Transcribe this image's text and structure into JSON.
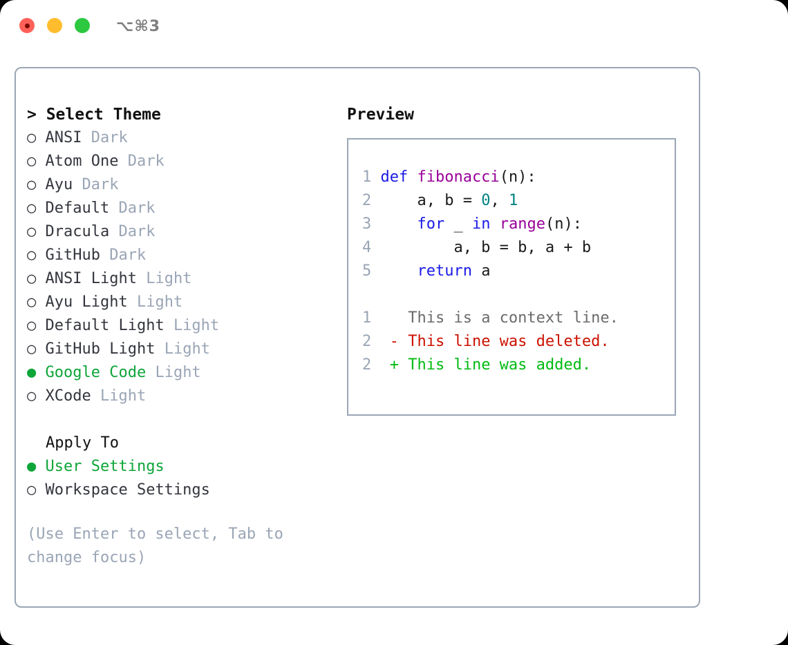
{
  "titlebar": {
    "traffic_lights": [
      {
        "name": "close",
        "color": "#ff6159"
      },
      {
        "name": "minimize",
        "color": "#ffbd2e"
      },
      {
        "name": "zoom",
        "color": "#2bc840"
      }
    ],
    "shortcut": "⌥⌘3"
  },
  "theme_picker": {
    "heading": "> Select Theme",
    "options": [
      {
        "marker": "○",
        "label": "ANSI",
        "badge": "Dark",
        "selected": false
      },
      {
        "marker": "○",
        "label": "Atom One",
        "badge": "Dark",
        "selected": false
      },
      {
        "marker": "○",
        "label": "Ayu",
        "badge": "Dark",
        "selected": false
      },
      {
        "marker": "○",
        "label": "Default",
        "badge": "Dark",
        "selected": false
      },
      {
        "marker": "○",
        "label": "Dracula",
        "badge": "Dark",
        "selected": false
      },
      {
        "marker": "○",
        "label": "GitHub",
        "badge": "Dark",
        "selected": false
      },
      {
        "marker": "○",
        "label": "ANSI Light",
        "badge": "Light",
        "selected": false
      },
      {
        "marker": "○",
        "label": "Ayu Light",
        "badge": "Light",
        "selected": false
      },
      {
        "marker": "○",
        "label": "Default Light",
        "badge": "Light",
        "selected": false
      },
      {
        "marker": "○",
        "label": "GitHub Light",
        "badge": "Light",
        "selected": false
      },
      {
        "marker": "●",
        "label": "Google Code",
        "badge": "Light",
        "selected": true
      },
      {
        "marker": "○",
        "label": "XCode",
        "badge": "Light",
        "selected": false
      }
    ]
  },
  "apply_to": {
    "heading": "Apply To",
    "options": [
      {
        "marker": "●",
        "label": "User Settings",
        "selected": true
      },
      {
        "marker": "○",
        "label": "Workspace Settings",
        "selected": false
      }
    ]
  },
  "hint": "(Use Enter to select, Tab to change focus)",
  "preview": {
    "title": "Preview",
    "code_lines": [
      {
        "no": "1",
        "tokens": [
          {
            "t": "def ",
            "c": "kw"
          },
          {
            "t": "fibonacci",
            "c": "fn"
          },
          {
            "t": "(n):",
            "c": "punc"
          }
        ]
      },
      {
        "no": "2",
        "tokens": [
          {
            "t": "    a, b = ",
            "c": "plain"
          },
          {
            "t": "0",
            "c": "num"
          },
          {
            "t": ", ",
            "c": "plain"
          },
          {
            "t": "1",
            "c": "num"
          }
        ]
      },
      {
        "no": "3",
        "tokens": [
          {
            "t": "    ",
            "c": "plain"
          },
          {
            "t": "for",
            "c": "kw"
          },
          {
            "t": " _ ",
            "c": "plain"
          },
          {
            "t": "in",
            "c": "kw"
          },
          {
            "t": " ",
            "c": "plain"
          },
          {
            "t": "range",
            "c": "fn"
          },
          {
            "t": "(n):",
            "c": "punc"
          }
        ]
      },
      {
        "no": "4",
        "tokens": [
          {
            "t": "        a, b = b, a + b",
            "c": "plain"
          }
        ]
      },
      {
        "no": "5",
        "tokens": [
          {
            "t": "    ",
            "c": "plain"
          },
          {
            "t": "return",
            "c": "kw"
          },
          {
            "t": " a",
            "c": "plain"
          }
        ]
      }
    ],
    "diff_lines": [
      {
        "no": "1",
        "sign": " ",
        "text": " This is a context line.",
        "kind": "ctx"
      },
      {
        "no": "2",
        "sign": "-",
        "text": " This line was deleted.",
        "kind": "del"
      },
      {
        "no": "2",
        "sign": "+",
        "text": " This line was added.",
        "kind": "add"
      }
    ]
  },
  "colors": {
    "accent_green": "#0ea539",
    "badge_grey": "#9aa5b5",
    "border": "#9aa5b5",
    "keyword": "#1a1ae6",
    "function": "#990099",
    "number": "#008080",
    "diff_delete": "#cc1100",
    "diff_add": "#00bb11",
    "diff_context": "#6b6b6b"
  }
}
